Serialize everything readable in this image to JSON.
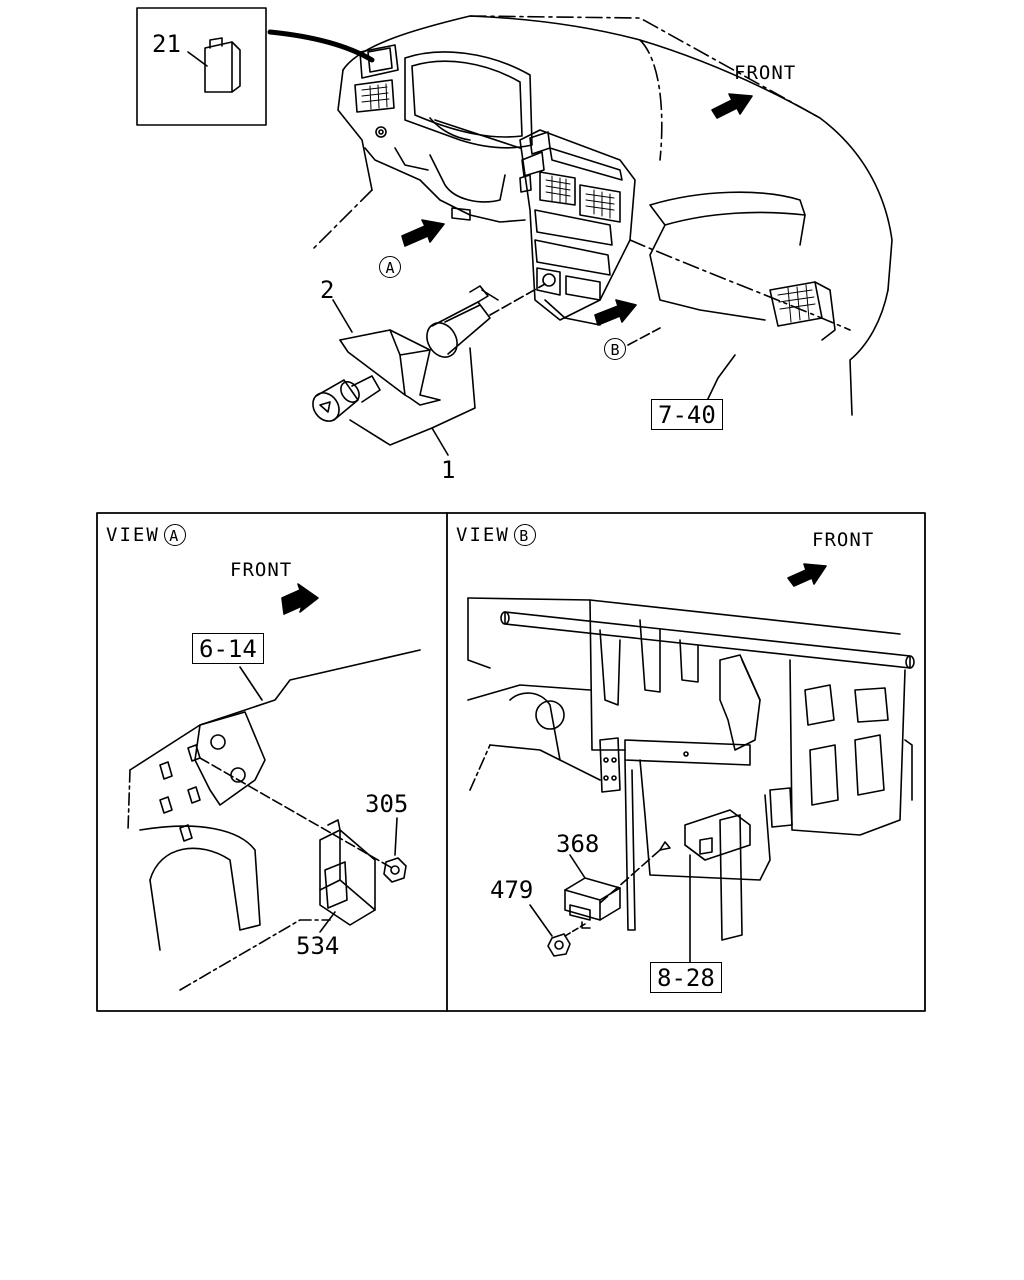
{
  "top": {
    "front_label": "FRONT",
    "callouts": {
      "lid": "21",
      "bracket": "2",
      "lighter": "1",
      "view_a_marker": "A",
      "view_b_marker": "B",
      "ref_7_40": "7-40"
    }
  },
  "view_a": {
    "title": "VIEW",
    "marker": "A",
    "front_label": "FRONT",
    "ref": "6-14",
    "callouts": {
      "nut": "305",
      "unit": "534"
    }
  },
  "view_b": {
    "title": "VIEW",
    "marker": "B",
    "front_label": "FRONT",
    "ref": "8-28",
    "callouts": {
      "relay": "368",
      "nut": "479"
    }
  }
}
